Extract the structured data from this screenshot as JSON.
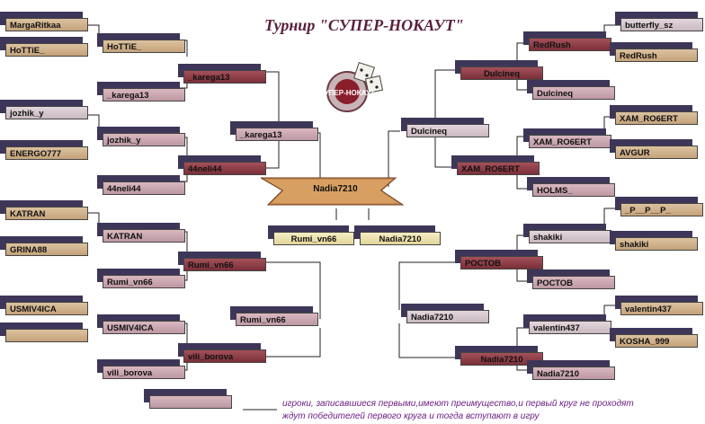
{
  "title": "Турнир \"СУПЕР-НОКАУТ\"",
  "logo_text": "СУПЕР-НОКАУТ",
  "champion": "Nadia7210",
  "final": {
    "left": "Rumi_vn66",
    "right": "Nadia7210"
  },
  "left": {
    "r1": [
      "MargaRitkaa",
      "HoTTiE_",
      "jozhik_y",
      "ENERGO777",
      "KATRAN",
      "GRINA88",
      "USMIV4ICA",
      ""
    ],
    "r2": [
      "HoTTiE_",
      "_karega13",
      "jozhik_y",
      "44neli44",
      "KATRAN",
      "Rumi_vn66",
      "USMIV4ICA",
      "vili_borova"
    ],
    "r3": [
      "_karega13",
      "44neli44",
      "Rumi_vn66",
      "vili_borova"
    ],
    "r4": [
      "_karega13",
      "Rumi_vn66"
    ]
  },
  "right": {
    "r1": [
      "butterfly_sz",
      "RedRush",
      "XAM_RO6ERT",
      "AVGUR",
      "_P__P__P_",
      "shakiki",
      "valentin437",
      "KOSHA_999"
    ],
    "r2": [
      "RedRush",
      "Dulcineq",
      "XAM_RO6ERT",
      "HOLMS_",
      "shakiki",
      "РОСТОВ",
      "valentin437",
      "Nadia7210"
    ],
    "r3": [
      "Dulcineq",
      "XAM_RO6ERT",
      "РОСТОВ",
      "Nadia7210"
    ],
    "r4": [
      "Dulcineq",
      "Nadia7210"
    ]
  },
  "legend_box": "",
  "notes": [
    "игроки, записавшиеся первыми,имеют преимущество,и первый круг не проходят",
    "ждут победителей первого круга и тогда вступают в игру"
  ],
  "colors": {
    "title": "#5a1e3c",
    "note": "#6b1e84",
    "box_depth": "#3e3658"
  }
}
